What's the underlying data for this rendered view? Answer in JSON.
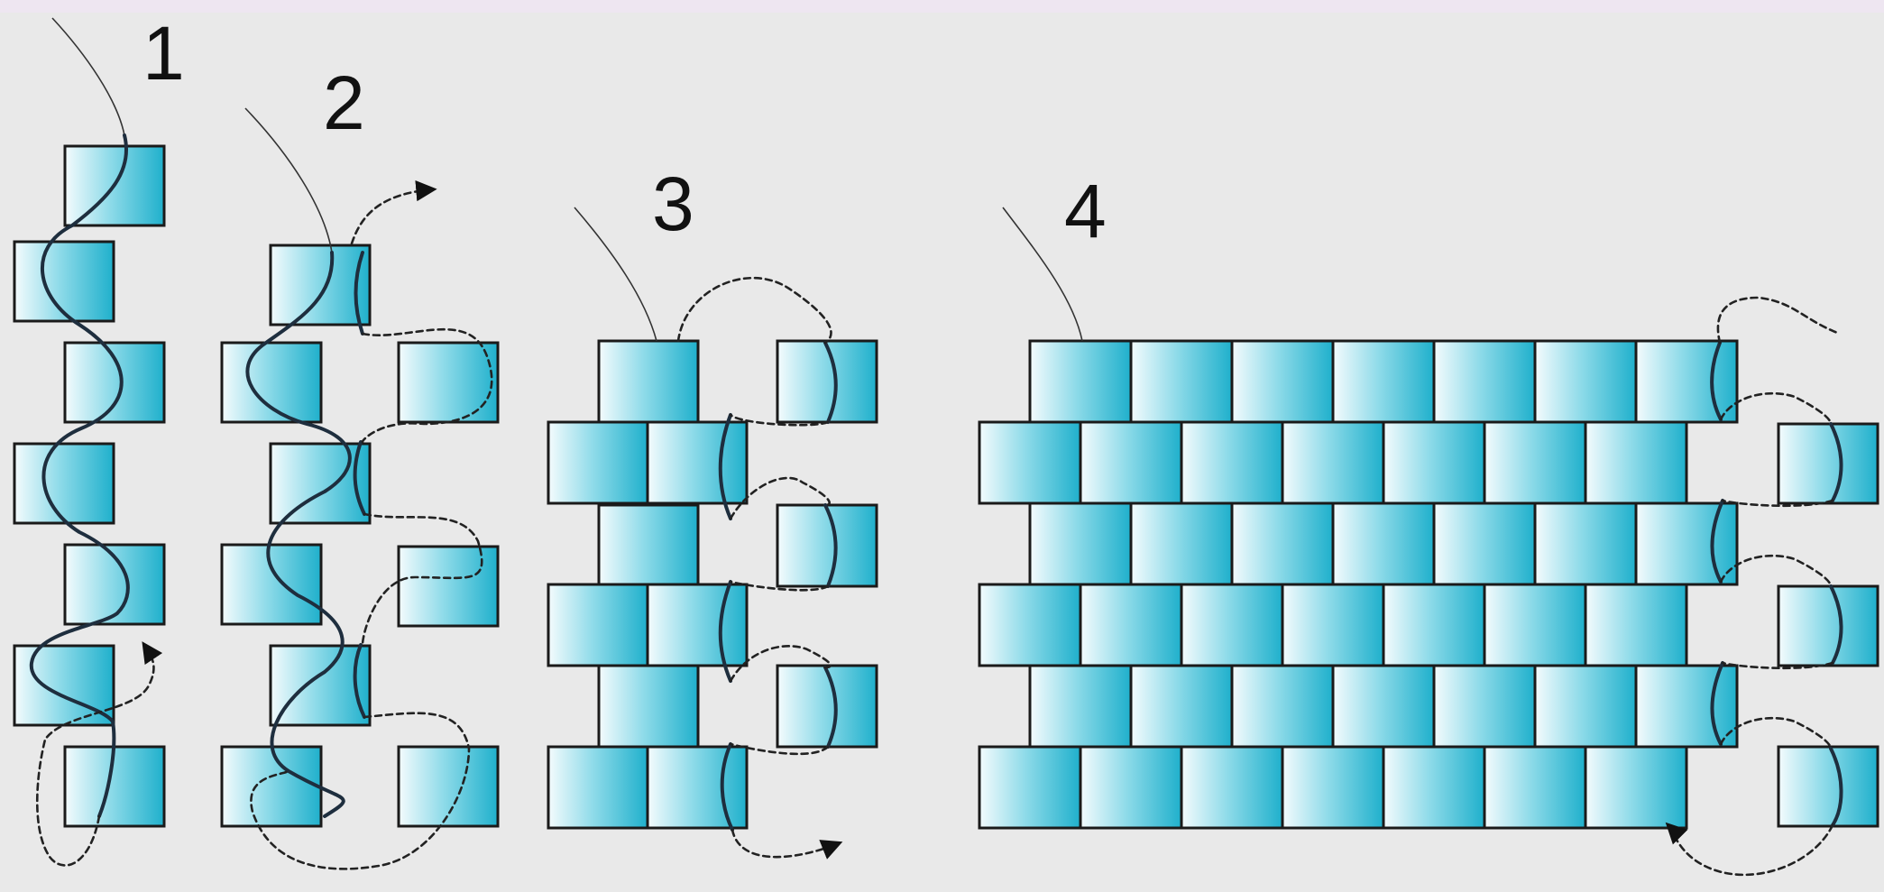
{
  "diagram": {
    "steps": [
      {
        "label": "1"
      },
      {
        "label": "2"
      },
      {
        "label": "3"
      },
      {
        "label": "4"
      }
    ],
    "colors": {
      "background": "#e9e9e9",
      "bead_light": "#f4fbfd",
      "bead_dark": "#1fb0cc",
      "outline": "#1a1a1a",
      "thread": "#1e2e3e"
    }
  }
}
